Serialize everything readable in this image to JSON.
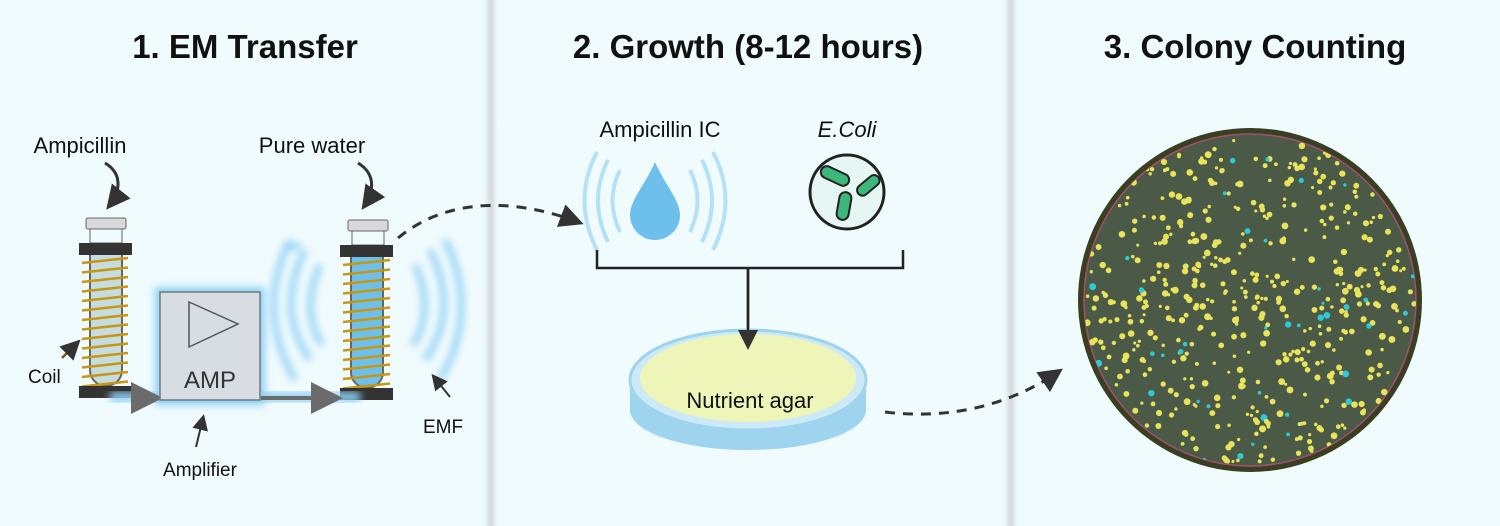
{
  "panels": [
    {
      "title": "1.  EM Transfer"
    },
    {
      "title": "2. Growth (8-12 hours)"
    },
    {
      "title": "3. Colony Counting"
    }
  ],
  "panel1": {
    "ampicillin": "Ampicillin",
    "pure_water": "Pure water",
    "coil": "Coil",
    "amp": "AMP",
    "amplifier": "Amplifier",
    "emf": "EMF"
  },
  "panel2": {
    "ampicillin_ic": "Ampicillin IC",
    "ecoli": "E.Coli",
    "nutrient_agar": "Nutrient agar"
  },
  "colors": {
    "background": "#f0fbfd",
    "coil": "#c8960f",
    "emf": "#8fd0f5",
    "agar": "#eef5b8",
    "dish": "#9fd4ef"
  }
}
